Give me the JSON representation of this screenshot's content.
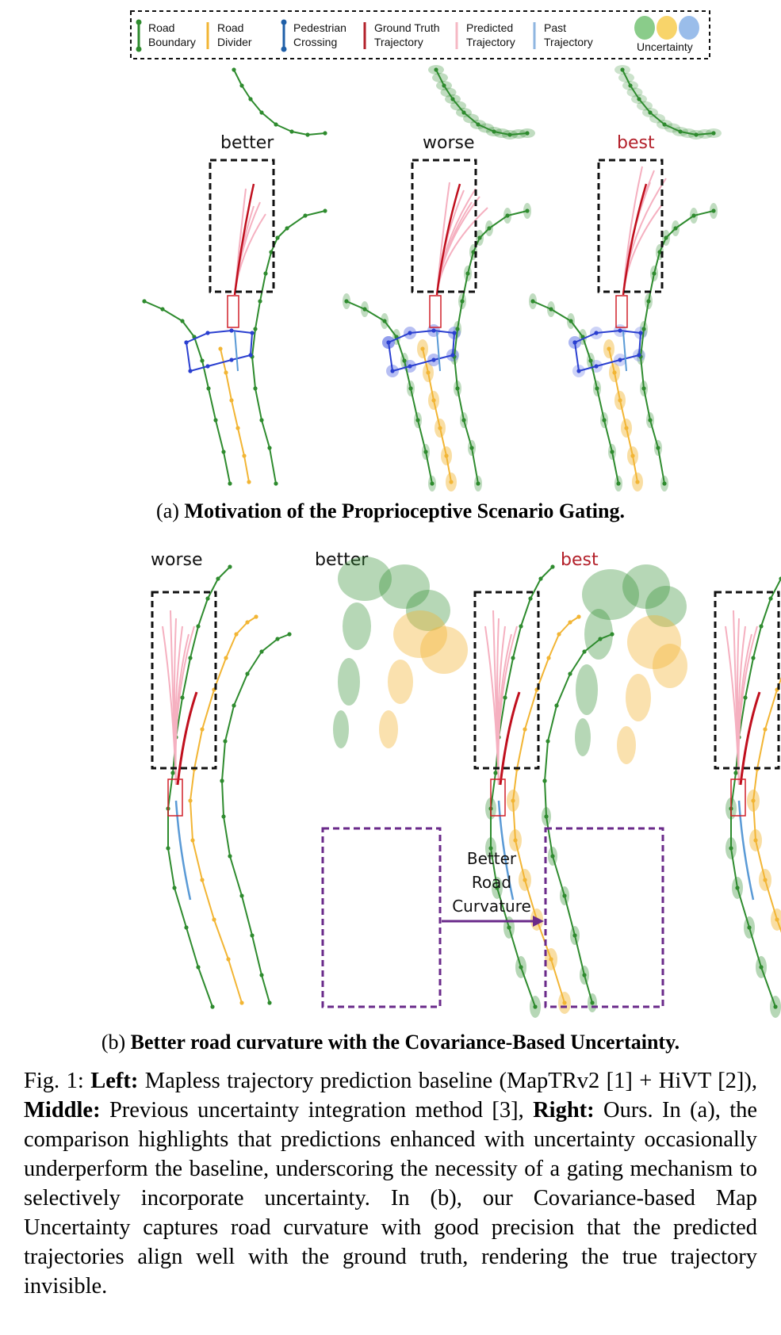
{
  "legend": {
    "items": [
      {
        "line1": "Road",
        "line2": "Boundary",
        "color": "#2e8b2e"
      },
      {
        "line1": "Road",
        "line2": "Divider",
        "color": "#f2b534"
      },
      {
        "line1": "Pedestrian",
        "line2": "Crossing",
        "color": "#1f5fa8"
      },
      {
        "line1": "Ground Truth",
        "line2": "Trajectory",
        "color": "#b3202a"
      },
      {
        "line1": "Predicted",
        "line2": "Trajectory",
        "color": "#f5b8c4"
      },
      {
        "line1": "Past",
        "line2": "Trajectory",
        "color": "#8fb6e0"
      }
    ],
    "uncertainty_label": "Uncertainty",
    "uncertainty_colors": [
      "#7dc77d",
      "#f7cf5a",
      "#8fb6e8"
    ]
  },
  "panel_a": {
    "labels": [
      "better",
      "worse",
      "best"
    ],
    "caption_prefix": "(a)",
    "caption_bold": "Motivation of the Proprioceptive Scenario Gating."
  },
  "panel_b": {
    "labels": [
      "worse",
      "better",
      "best"
    ],
    "arrow_label_lines": [
      "Better",
      "Road",
      "Curvature"
    ],
    "caption_prefix": "(b)",
    "caption_bold": "Better road curvature with the Covariance-Based Uncertainty."
  },
  "caption": {
    "fig": "Fig. 1:",
    "left_b": "Left:",
    "left_t": "Mapless trajectory prediction baseline (MapTRv2 [1] + HiVT [2]),",
    "middle_b": "Middle:",
    "middle_t": "Previous uncertainty integration method [3],",
    "right_b": "Right:",
    "right_t": "Ours. In (a), the comparison highlights that predictions enhanced with uncertainty occasionally underperform the baseline, underscoring the necessity of a gating mechanism to selectively incorporate uncertainty. In (b), our Covariance-based Map Uncertainty captures road curvature with good precision that the predicted trajectories align well with the ground truth, rendering the true trajectory invisible."
  },
  "colors": {
    "boundary": "#2e8b2e",
    "divider": "#f2b534",
    "crossing": "#2a3fd0",
    "gt": "#c0101e",
    "pred": "#f5b0c0",
    "past": "#5a9ad6",
    "purple": "#6a2a8a"
  }
}
